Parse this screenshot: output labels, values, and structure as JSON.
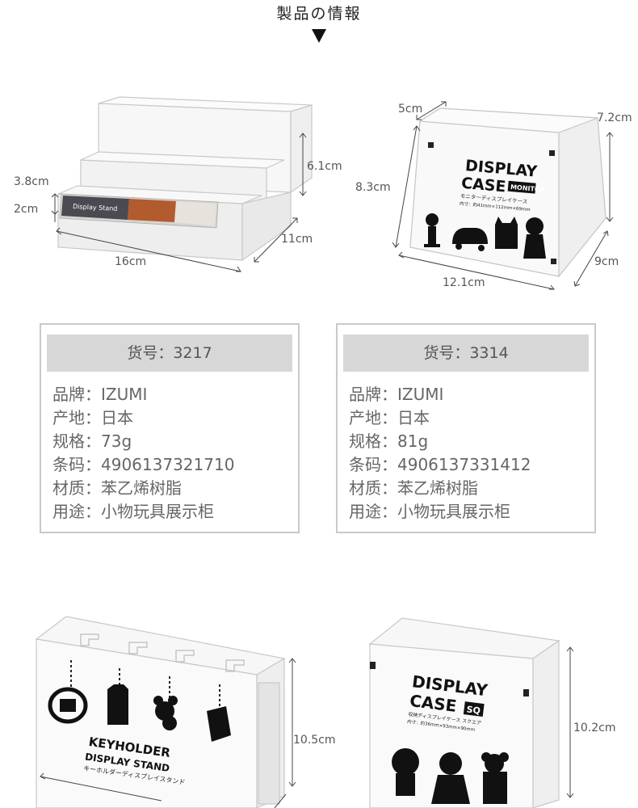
{
  "header": {
    "title": "製品の情報",
    "arrow_icon": "down-triangle-icon"
  },
  "products": [
    {
      "label_lines": [
        "Display Stand"
      ],
      "dims": {
        "height": "6.1cm",
        "step": "3.8cm",
        "base": "2cm",
        "width": "16cm",
        "depth": "11cm"
      }
    },
    {
      "label_lines": [
        "DISPLAY",
        "CASE",
        "MONITOR",
        "モニターディスプレイケース",
        "内寸：約41mm×112mm×69mm"
      ],
      "dims": {
        "top_depth": "5cm",
        "height_back": "7.2cm",
        "height_front": "8.3cm",
        "width": "12.1cm",
        "depth": "9cm"
      }
    },
    {
      "label_lines": [
        "KEYHOLDER",
        "DISPLAY STAND",
        "キーホルダーディスプレイスタンド"
      ],
      "dims": {
        "height": "10.5cm"
      }
    },
    {
      "label_lines": [
        "DISPLAY",
        "CASE",
        "SQ",
        "収納ディスプレイケース スクエア",
        "内寸：約36mm×93mm×90mm"
      ],
      "dims": {
        "height": "10.2cm"
      }
    }
  ],
  "spec_cards": [
    {
      "code_label": "货号：3217",
      "rows": [
        {
          "text": "品牌：IZUMI"
        },
        {
          "text": "产地：日本"
        },
        {
          "text": "规格：73g"
        },
        {
          "text": "条码：4906137321710"
        },
        {
          "text": "材质：苯乙烯树脂"
        },
        {
          "text": "用途：小物玩具展示柜"
        }
      ]
    },
    {
      "code_label": "货号：3314",
      "rows": [
        {
          "text": "品牌：IZUMI"
        },
        {
          "text": "产地：日本"
        },
        {
          "text": "规格：81g"
        },
        {
          "text": "条码：4906137331412"
        },
        {
          "text": "材质：苯乙烯树脂"
        },
        {
          "text": "用途：小物玩具展示柜"
        }
      ]
    }
  ],
  "colors": {
    "card_border": "#c9c9c9",
    "code_bar": "#d7d7d7",
    "text": "#666666",
    "acrylic_edge": "#c8c8c8"
  }
}
